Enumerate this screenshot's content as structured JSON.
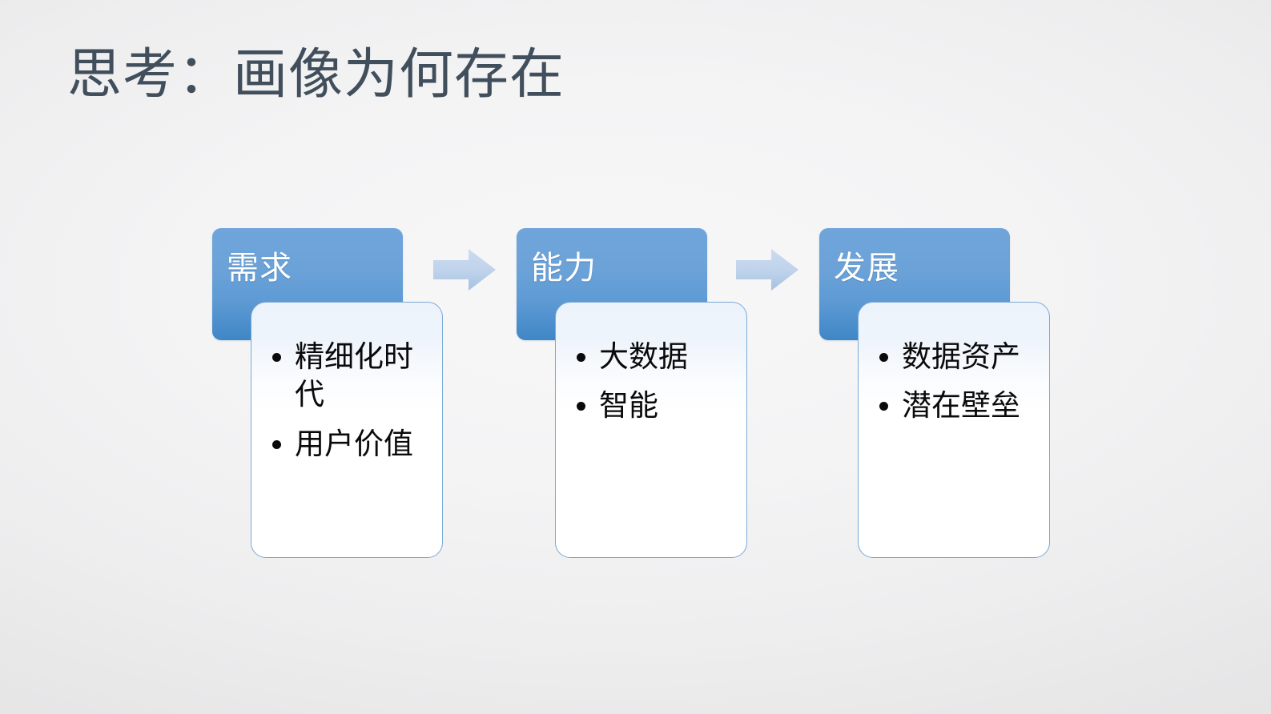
{
  "slide": {
    "title": "思考：画像为何存在",
    "title_color": "#414e5c",
    "background_color": "#f0f0f1"
  },
  "theme": {
    "chip_gradient_top": "#6fa5da",
    "chip_gradient_bottom": "#3f86c6",
    "card_border": "#7aa9d8",
    "card_fill_top": "#edf3fa",
    "card_fill_bottom": "#ffffff",
    "arrow_fill_top": "#c9d9ef",
    "arrow_fill_bottom": "#a8c2e3",
    "bullet_text_color": "#0a0a0a",
    "chip_text_color": "#ffffff"
  },
  "diagram": {
    "type": "process-flow",
    "stages": [
      {
        "header": "需求",
        "bullets": [
          "精细化时代",
          "用户价值"
        ]
      },
      {
        "header": "能力",
        "bullets": [
          "大数据",
          "智能"
        ]
      },
      {
        "header": "发展",
        "bullets": [
          "数据资产",
          "潜在壁垒"
        ]
      }
    ],
    "connectors": [
      {
        "icon": "arrow-right-icon",
        "from": "需求",
        "to": "能力"
      },
      {
        "icon": "arrow-right-icon",
        "from": "能力",
        "to": "发展"
      }
    ]
  }
}
